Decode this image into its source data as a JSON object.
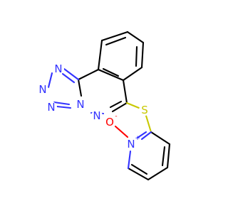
{
  "colors": {
    "bond": "#000000",
    "nitrogen": "#3333ff",
    "sulfur": "#c8c800",
    "oxygen": "#ff0000",
    "background": "#ffffff"
  },
  "atoms": {
    "n_tz1": {
      "symbol": "N"
    },
    "n_tz2": {
      "symbol": "N"
    },
    "n_tz3": {
      "symbol": "N"
    },
    "n_bridge": {
      "symbol": "N"
    },
    "n_ring": {
      "symbol": "N"
    },
    "s_thio": {
      "symbol": "S"
    },
    "n_pyr": {
      "symbol": "N",
      "charge": "+"
    },
    "o_oxide": {
      "symbol": "O",
      "charge": "-"
    }
  }
}
